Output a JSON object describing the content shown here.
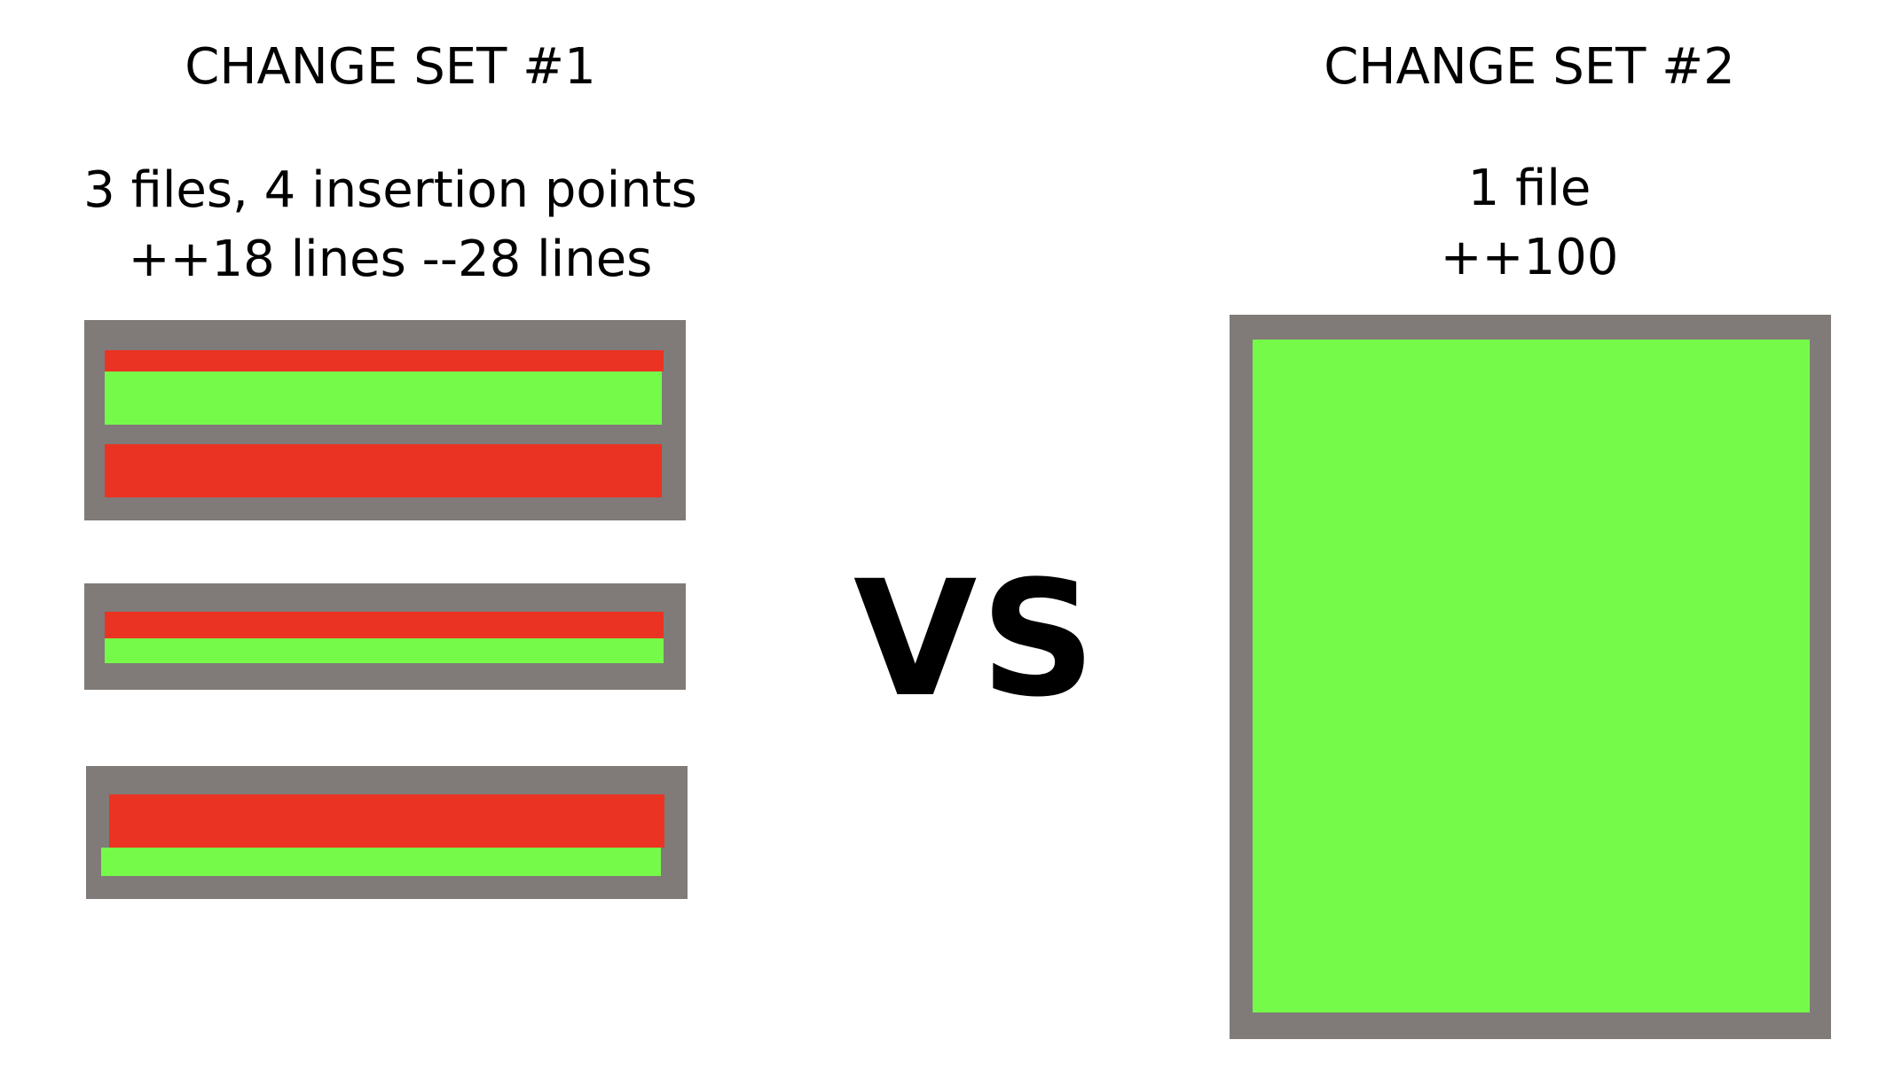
{
  "colors": {
    "frame": "#807b78",
    "removed": "#eb3323",
    "added": "#76fa4a",
    "background": "#ffffff",
    "text": "#000000"
  },
  "left": {
    "title": "CHANGE SET #1",
    "summary_line1": "3 files, 4 insertion points",
    "summary_line2": "++18 lines --28 lines"
  },
  "center": {
    "vs_label": "VS"
  },
  "right": {
    "title": "CHANGE SET #2",
    "summary_line1": "1 file",
    "summary_line2": "++100"
  }
}
